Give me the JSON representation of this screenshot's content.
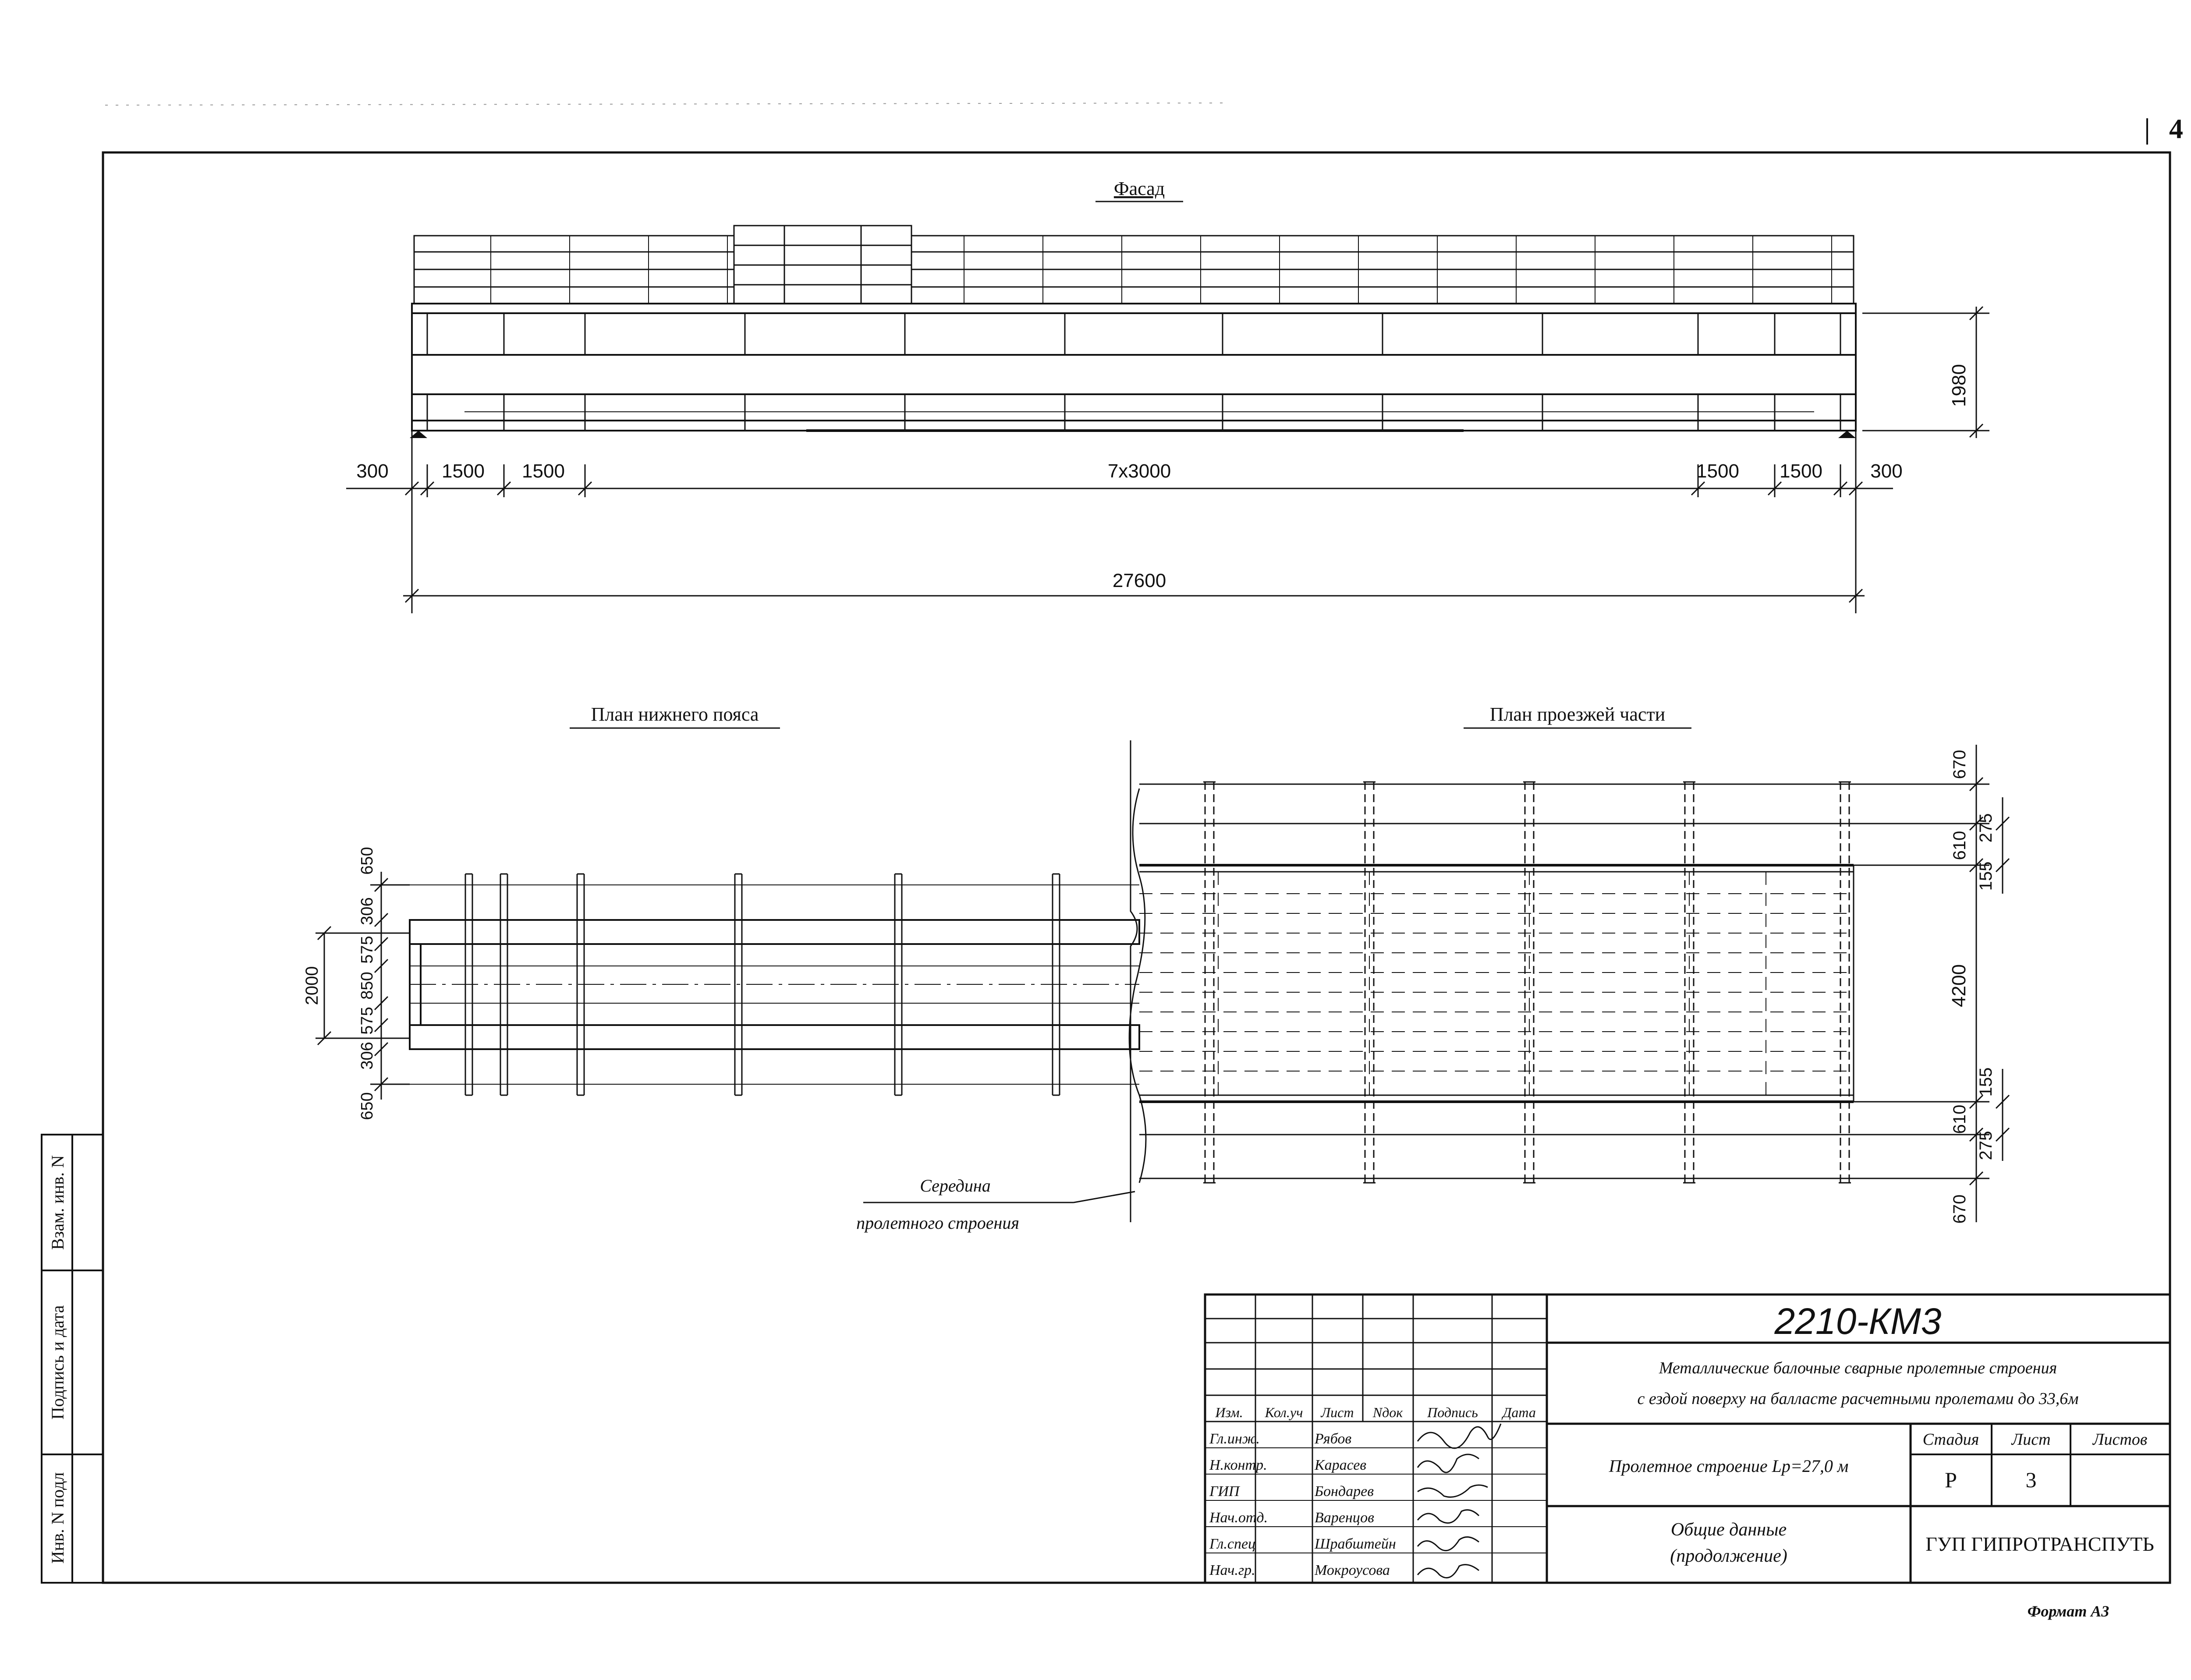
{
  "page_number": "4",
  "views": {
    "facade": {
      "title": "Фасад"
    },
    "bottom_chord_plan": {
      "title": "План нижнего пояса"
    },
    "deck_plan": {
      "title": "План проезжей части"
    }
  },
  "dimensions": {
    "facade": {
      "left_end": "300",
      "left_p1": "1500",
      "left_p2": "1500",
      "middle": "7x3000",
      "right_p1": "1500",
      "right_p2": "1500",
      "right_end": "300",
      "total": "27600",
      "height": "1980"
    },
    "bottom_chord": {
      "top_650": "650",
      "d306a": "306",
      "d575a": "575",
      "d850": "850",
      "d575b": "575",
      "d306b": "306",
      "bottom_650": "650",
      "width": "2000"
    },
    "deck": {
      "top_670": "670",
      "d610a": "610",
      "d155a": "155",
      "d275a": "275",
      "width": "4200",
      "d610b": "610",
      "d155b": "155",
      "d275b": "275",
      "bottom_670": "670"
    }
  },
  "annotation": {
    "line1": "Середина",
    "line2": "пролетного строения"
  },
  "side_stamp": {
    "inv_podl": "Инв. N подл",
    "podpis": "Подпись и дата",
    "vzam": "Взам. инв. N"
  },
  "title_block": {
    "code": "2210-КМ3",
    "title_line1": "Металлические балочные сварные пролетные строения",
    "title_line2": "с ездой поверху на балласте расчетными пролетами до 33,6м",
    "header": {
      "izm": "Изм.",
      "kol": "Кол.уч",
      "list": "Лист",
      "ndok": "Nдок",
      "podpis": "Подпись",
      "data": "Дата"
    },
    "roles": [
      {
        "role": "Гл.инж.",
        "name": "Рябов"
      },
      {
        "role": "Н.контр.",
        "name": "Карасев"
      },
      {
        "role": "ГИП",
        "name": "Бондарев"
      },
      {
        "role": "Нач.отд.",
        "name": "Варенцов"
      },
      {
        "role": "Гл.спец",
        "name": "Шрабштейн"
      },
      {
        "role": "Нач.гр.",
        "name": "Мокроусова"
      }
    ],
    "object": "Пролетное строение Lp=27,0 м",
    "stage_label": "Стадия",
    "sheet_label": "Лист",
    "sheets_label": "Листов",
    "stage": "Р",
    "sheet": "3",
    "content_line1": "Общие данные",
    "content_line2": "(продолжение)",
    "organization": "ГУП ГИПРОТРАНСПУТЬ"
  },
  "format": "Формат А3"
}
